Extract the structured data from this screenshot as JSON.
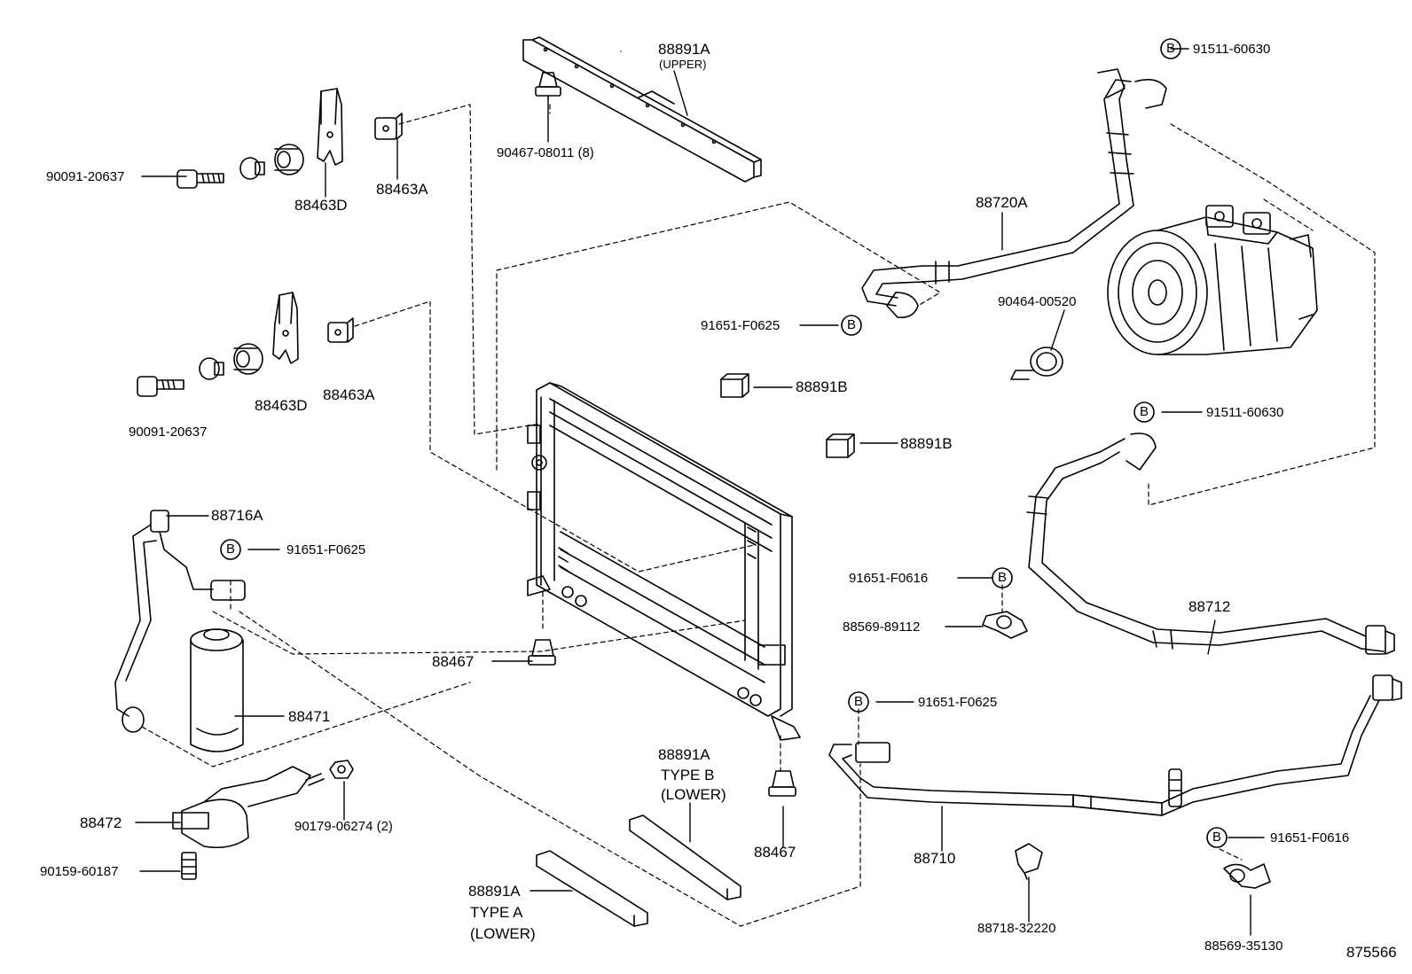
{
  "diagram_id": "875566",
  "callout_symbol": "B",
  "parts": {
    "p88891A_upper": "88891A",
    "p88891A_upper_note": "(UPPER)",
    "p90467": "90467-08011 (8)",
    "p90091_top": "90091-20637",
    "p88463D_top": "88463D",
    "p88463A_top": "88463A",
    "p90091_mid": "90091-20637",
    "p88463D_mid": "88463D",
    "p88463A_mid": "88463A",
    "p88720A": "88720A",
    "p91511_top": "91511-60630",
    "p91651_F0625_a": "91651-F0625",
    "p90464": "90464-00520",
    "p88891B_a": "88891B",
    "p88891B_b": "88891B",
    "p91511_mid": "91511-60630",
    "p88716A": "88716A",
    "p91651_F0625_b": "91651-F0625",
    "p91651_F0616_a": "91651-F0616",
    "p88569_89112": "88569-89112",
    "p88712": "88712",
    "p88467_left": "88467",
    "p88471": "88471",
    "p91651_F0625_c": "91651-F0625",
    "p88891A_typeB": "88891A",
    "p88891A_typeB_l2": "TYPE B",
    "p88891A_typeB_l3": "(LOWER)",
    "p88472": "88472",
    "p90179": "90179-06274 (2)",
    "p88467_right": "88467",
    "p88710": "88710",
    "p91651_F0616_b": "91651-F0616",
    "p90159": "90159-60187",
    "p88891A_typeA": "88891A",
    "p88891A_typeA_l2": "TYPE A",
    "p88891A_typeA_l3": "(LOWER)",
    "p88718": "88718-32220",
    "p88569_35130": "88569-35130"
  }
}
